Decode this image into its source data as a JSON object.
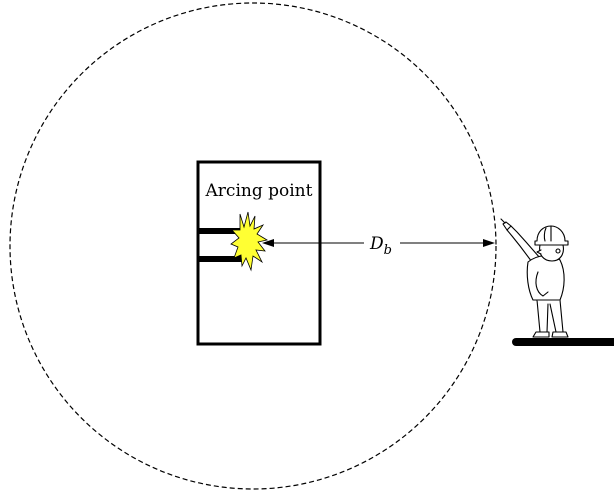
{
  "labels": {
    "arcing_point": "Arcing point",
    "distance_symbol": "D",
    "distance_subscript": "b"
  },
  "colors": {
    "stroke": "#000000",
    "arc_flash_fill": "#ffff33",
    "background": "#ffffff"
  },
  "icons": {
    "arc_flash": "arc-flash-burst-icon",
    "worker": "worker-with-hard-hat-icon"
  }
}
